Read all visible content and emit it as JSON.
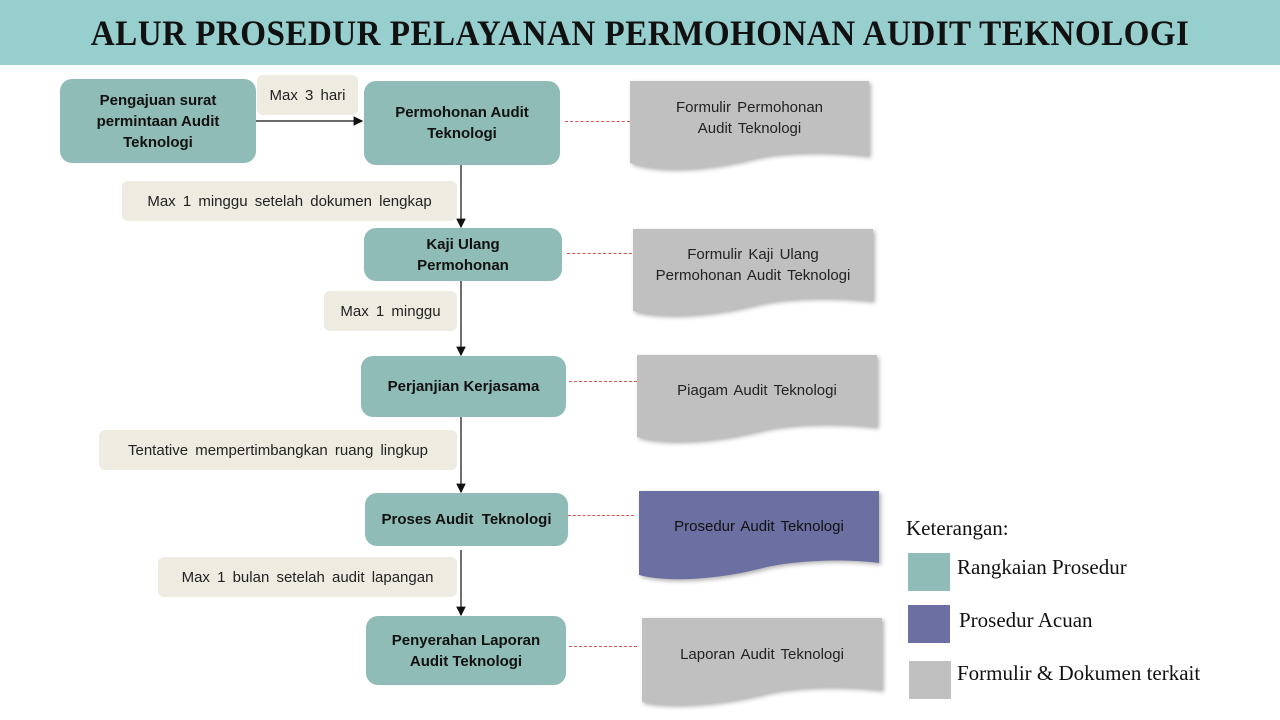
{
  "title": "ALUR PROSEDUR PELAYANAN PERMOHONAN AUDIT TEKNOLOGI",
  "colors": {
    "title_bar": "#96cfcd",
    "procedure_step": "#8fbcb6",
    "reference_procedure": "#6b6fa1",
    "form_document": "#c0c0c0",
    "time_note": "#eeece1",
    "connector": "#d9534f"
  },
  "steps": [
    {
      "label": "Pengajuan surat permintaan Audit Teknologi"
    },
    {
      "label": "Permohonan Audit Teknologi"
    },
    {
      "label": "Kaji Ulang Permohonan"
    },
    {
      "label": "Perjanjian Kerjasama"
    },
    {
      "label": "Proses Audit  Teknologi"
    },
    {
      "label": "Penyerahan Laporan Audit Teknologi"
    }
  ],
  "notes": [
    {
      "label": "Max 3 hari"
    },
    {
      "label": "Max 1 minggu setelah dokumen lengkap"
    },
    {
      "label": "Max 1 minggu"
    },
    {
      "label": "Tentative mempertimbangkan ruang lingkup"
    },
    {
      "label": "Max 1 bulan setelah audit lapangan"
    }
  ],
  "documents": [
    {
      "label": "Formulir Permohonan Audit Teknologi",
      "type": "form"
    },
    {
      "label": "Formulir Kaji Ulang Permohonan Audit Teknologi",
      "type": "form"
    },
    {
      "label": "Piagam Audit Teknologi",
      "type": "form"
    },
    {
      "label": "Prosedur Audit Teknologi",
      "type": "reference"
    },
    {
      "label": "Laporan Audit Teknologi",
      "type": "form"
    }
  ],
  "legend": {
    "title": "Keterangan:",
    "items": [
      {
        "label": "Rangkaian Prosedur",
        "color": "#8fbcb6"
      },
      {
        "label": "Prosedur Acuan",
        "color": "#6b6fa1"
      },
      {
        "label": "Formulir & Dokumen terkait",
        "color": "#c0c0c0"
      }
    ]
  }
}
